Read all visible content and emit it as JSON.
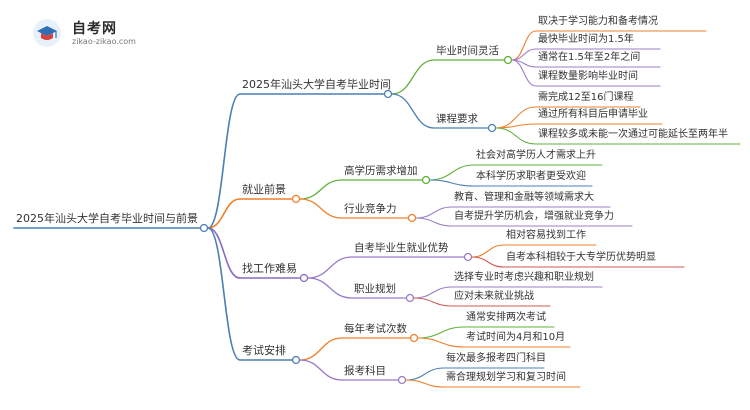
{
  "logo": {
    "title": "自考网",
    "subtitle": "zikao-zikao.com",
    "icon": "graduation-cap-icon"
  },
  "colors": {
    "root": "#4a7fb3",
    "b1": "#4a7fb3",
    "b2": "#ef7f2b",
    "b3": "#8b6cbf",
    "b4": "#4a7fb3",
    "green": "#5fb039",
    "orange": "#ef7f2b",
    "purple": "#9b7cc9",
    "red": "#cf5a55",
    "teal": "#3aa9a4",
    "blue": "#4a7fb3"
  },
  "mindmap": {
    "root": "2025年汕头大学自考毕业时间与前景",
    "branches": [
      {
        "label": "2025年汕头大学自考毕业时间",
        "children": [
          {
            "label": "毕业时间灵活",
            "leaves": [
              "取决于学习能力和备考情况",
              "最快毕业时间为1.5年",
              "通常在1.5年至2年之间",
              "课程数量影响毕业时间"
            ]
          },
          {
            "label": "课程要求",
            "leaves": [
              "需完成12至16门课程",
              "通过所有科目后申请毕业",
              "课程较多或未能一次通过可能延长至两年半"
            ]
          }
        ]
      },
      {
        "label": "就业前景",
        "children": [
          {
            "label": "高学历需求增加",
            "leaves": [
              "社会对高学历人才需求上升",
              "本科学历求职者更受欢迎"
            ]
          },
          {
            "label": "行业竞争力",
            "leaves": [
              "教育、管理和金融等领域需求大",
              "自考提升学历机会，增强就业竞争力"
            ]
          }
        ]
      },
      {
        "label": "找工作难易",
        "children": [
          {
            "label": "自考毕业生就业优势",
            "leaves": [
              "相对容易找到工作",
              "自考本科相较于大专学历优势明显"
            ]
          },
          {
            "label": "职业规划",
            "leaves": [
              "选择专业时考虑兴趣和职业规划",
              "应对未来就业挑战"
            ]
          }
        ]
      },
      {
        "label": "考试安排",
        "children": [
          {
            "label": "每年考试次数",
            "leaves": [
              "通常安排两次考试",
              "考试时间为4月和10月"
            ]
          },
          {
            "label": "报考科目",
            "leaves": [
              "每次最多报考四门科目",
              "需合理规划学习和复习时间"
            ]
          }
        ]
      }
    ]
  }
}
